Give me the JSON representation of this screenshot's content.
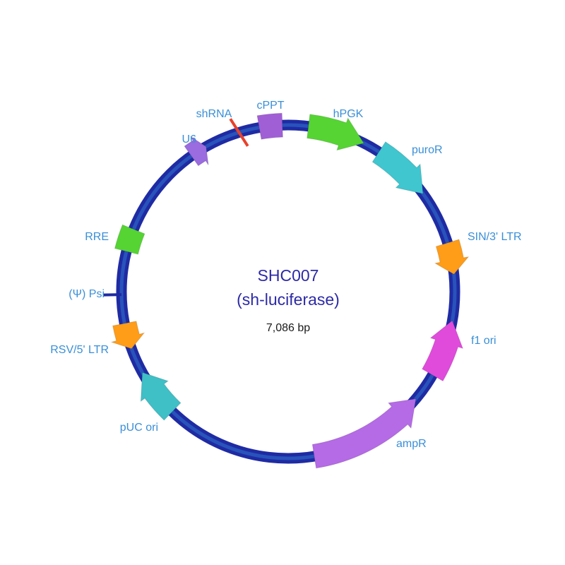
{
  "plasmid": {
    "name": "SHC007",
    "subtitle": "(sh-luciferase)",
    "size": "7,086 bp"
  },
  "colors": {
    "backbone_outer": "#1f2ba3",
    "backbone_inner": "#2f74d0",
    "label": "#3a8fd8",
    "name": "#2d2aa6"
  },
  "features": [
    {
      "id": "shrna",
      "label": "shRNA",
      "type": "marker",
      "color": "#e8412b"
    },
    {
      "id": "u6",
      "label": "U6",
      "type": "arrow",
      "color": "#9b6be0"
    },
    {
      "id": "cppt",
      "label": "cPPT",
      "type": "block",
      "color": "#a15fd6"
    },
    {
      "id": "hpgk",
      "label": "hPGK",
      "type": "arrow",
      "color": "#55d433"
    },
    {
      "id": "puror",
      "label": "puroR",
      "type": "arrow",
      "color": "#3fc6cf"
    },
    {
      "id": "sin3",
      "label": "SIN/3' LTR",
      "type": "arrow",
      "color": "#ff9c18"
    },
    {
      "id": "f1ori",
      "label": "f1 ori",
      "type": "arrow",
      "color": "#e04bdc"
    },
    {
      "id": "ampr",
      "label": "ampR",
      "type": "arrow",
      "color": "#b56ae6"
    },
    {
      "id": "pucori",
      "label": "pUC ori",
      "type": "arrow",
      "color": "#3fbfc6"
    },
    {
      "id": "rsv5",
      "label": "RSV/5' LTR",
      "type": "arrow",
      "color": "#ff9c18"
    },
    {
      "id": "psi",
      "label": "(Ψ) Psi",
      "type": "tick",
      "color": "#1f2ba3"
    },
    {
      "id": "rre",
      "label": "RRE",
      "type": "block",
      "color": "#55d433"
    }
  ]
}
